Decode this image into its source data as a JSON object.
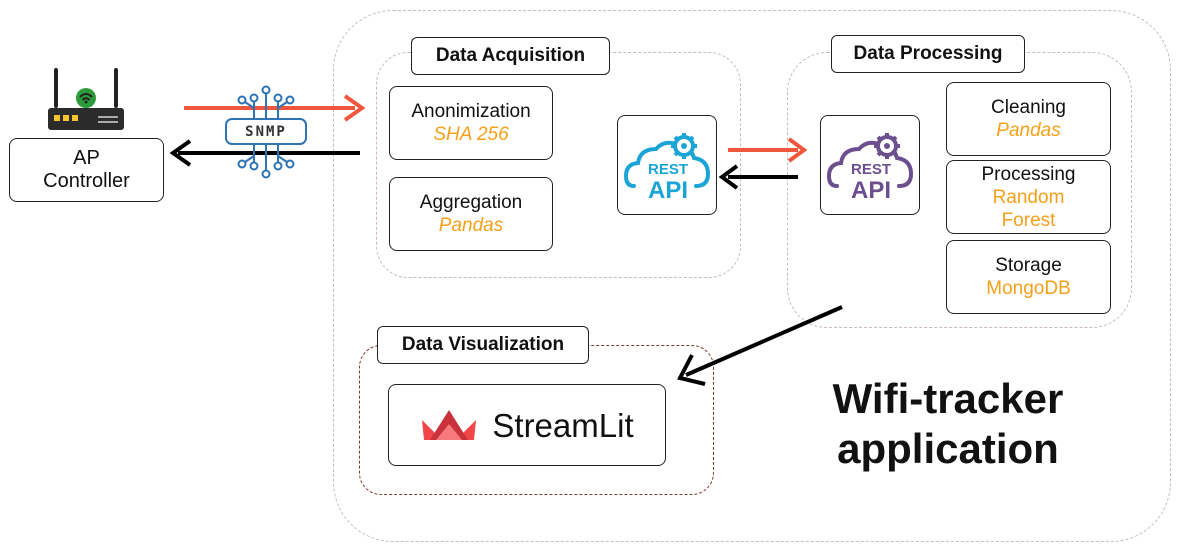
{
  "ap_controller": {
    "label_line1": "AP",
    "label_line2": "Controller"
  },
  "protocol": {
    "label": "SNMP"
  },
  "acquisition": {
    "title": "Data Acquisition",
    "anonimization": {
      "title": "Anonimization",
      "tech": "SHA 256"
    },
    "aggregation": {
      "title": "Aggregation",
      "tech": "Pandas"
    },
    "api_label_top": "REST",
    "api_label_bottom": "API"
  },
  "processing": {
    "title": "Data Processing",
    "api_label_top": "REST",
    "api_label_bottom": "API",
    "cleaning": {
      "title": "Cleaning",
      "tech": "Pandas"
    },
    "processing_step": {
      "title": "Processing",
      "tech_line1": "Random",
      "tech_line2": "Forest"
    },
    "storage": {
      "title": "Storage",
      "tech": "MongoDB"
    }
  },
  "visualization": {
    "title": "Data Visualization",
    "app_name": "StreamLit"
  },
  "app_title": {
    "line1": "Wifi-tracker",
    "line2": "application"
  },
  "colors": {
    "red_arrow": "#f0563d",
    "black_arrow": "#000000",
    "orange_text": "#f5a01a",
    "api_blue": "#1aa5d6",
    "api_purple": "#6b4f8f",
    "router_green": "#2e9b3a",
    "snmp_blue": "#2e74b5",
    "streamlit_red": "#f0464a"
  }
}
